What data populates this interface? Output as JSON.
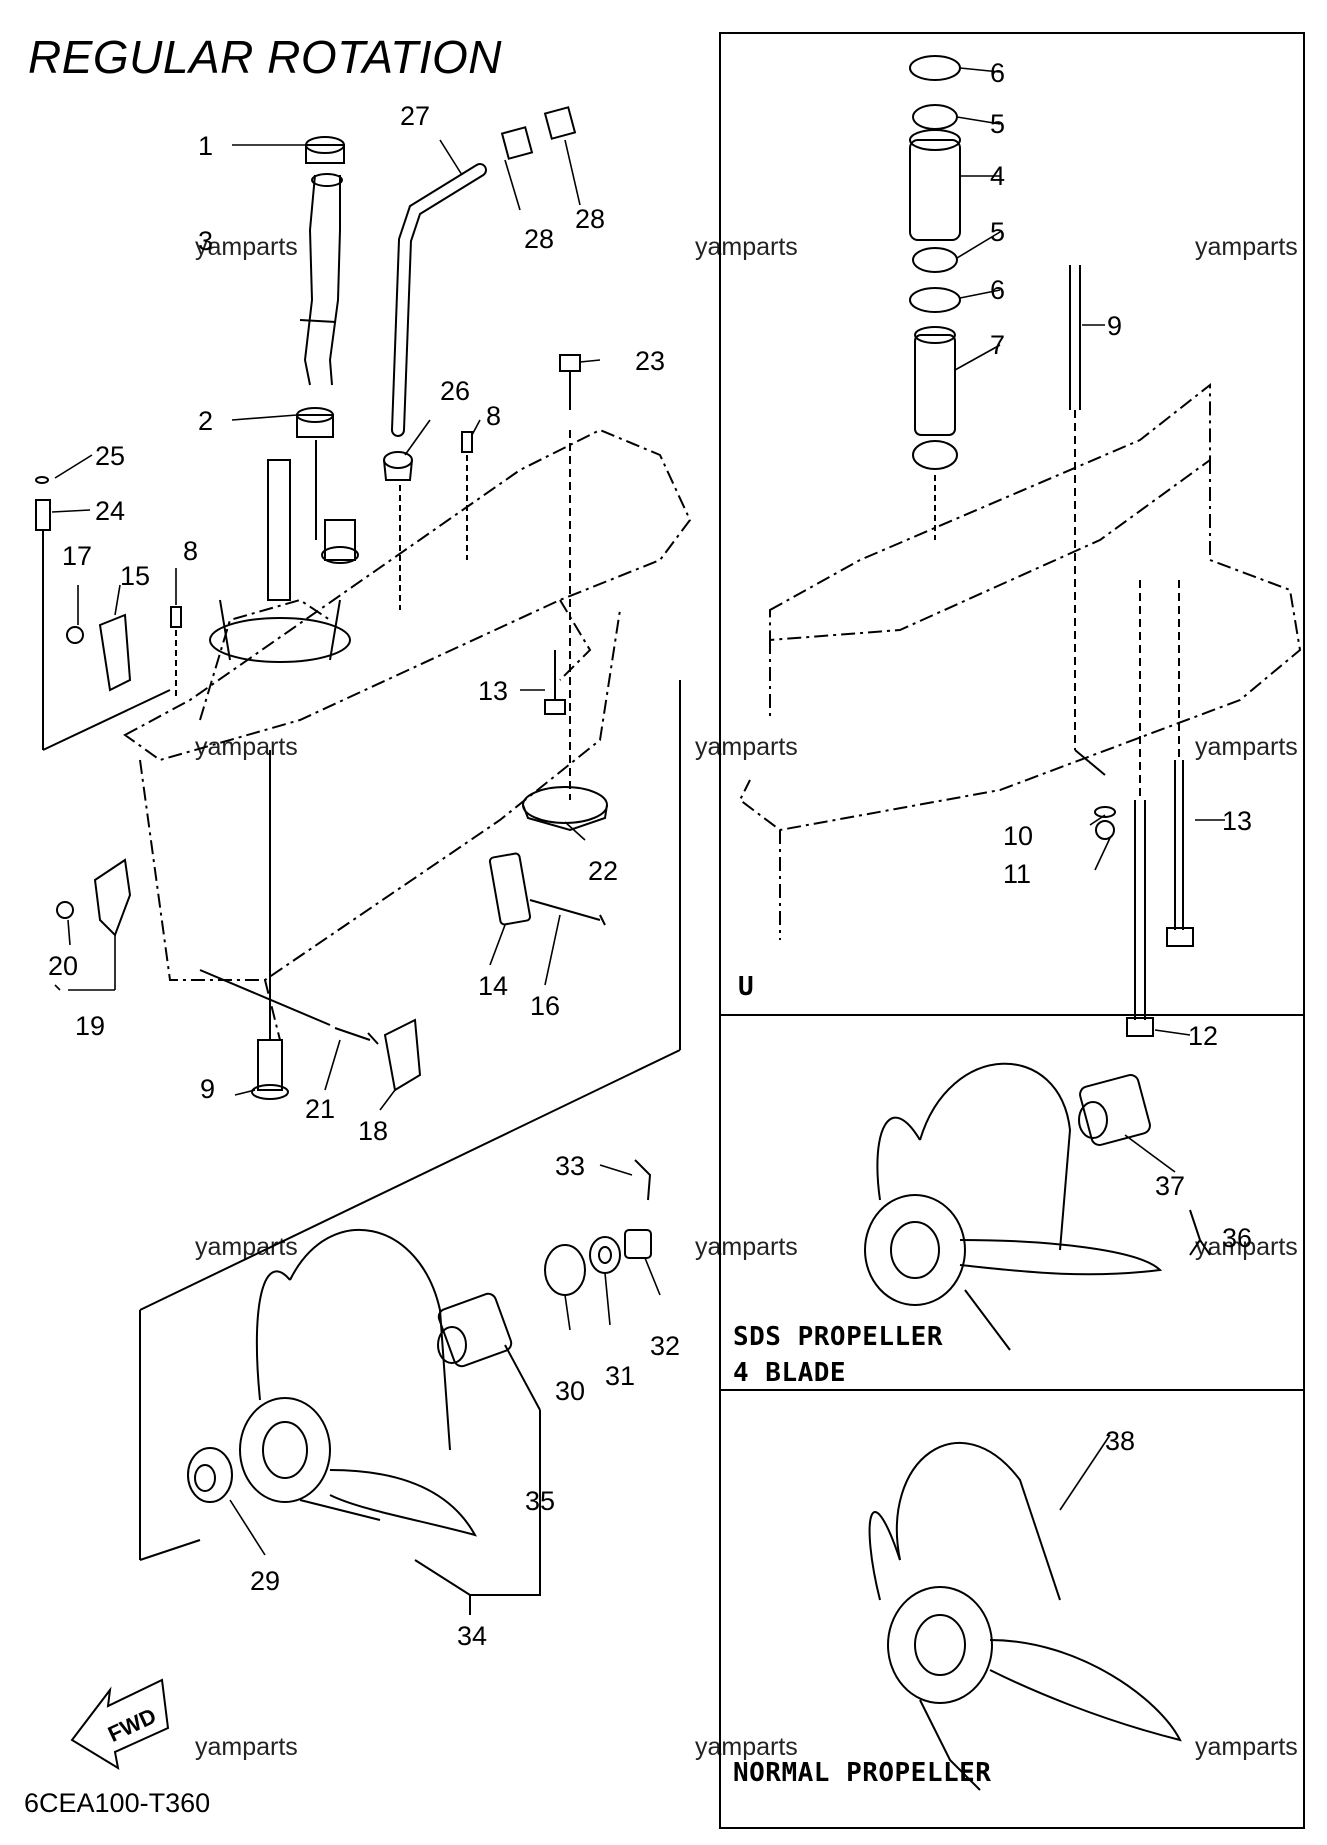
{
  "title": "REGULAR ROTATION",
  "diagram_code": "6CEA100-T360",
  "fwd_label": "FWD",
  "panel_u_label": "U",
  "sds_label_line1": "SDS PROPELLER",
  "sds_label_line2": "4 BLADE",
  "normal_label": "NORMAL PROPELLER",
  "watermark": "yamparts",
  "callouts": [
    "1",
    "2",
    "3",
    "4",
    "5",
    "5",
    "6",
    "6",
    "7",
    "8",
    "8",
    "9",
    "9",
    "10",
    "11",
    "12",
    "13",
    "13",
    "14",
    "15",
    "16",
    "17",
    "18",
    "19",
    "20",
    "21",
    "22",
    "23",
    "24",
    "25",
    "26",
    "27",
    "28",
    "28",
    "29",
    "30",
    "31",
    "32",
    "33",
    "34",
    "35",
    "36",
    "37",
    "38"
  ]
}
